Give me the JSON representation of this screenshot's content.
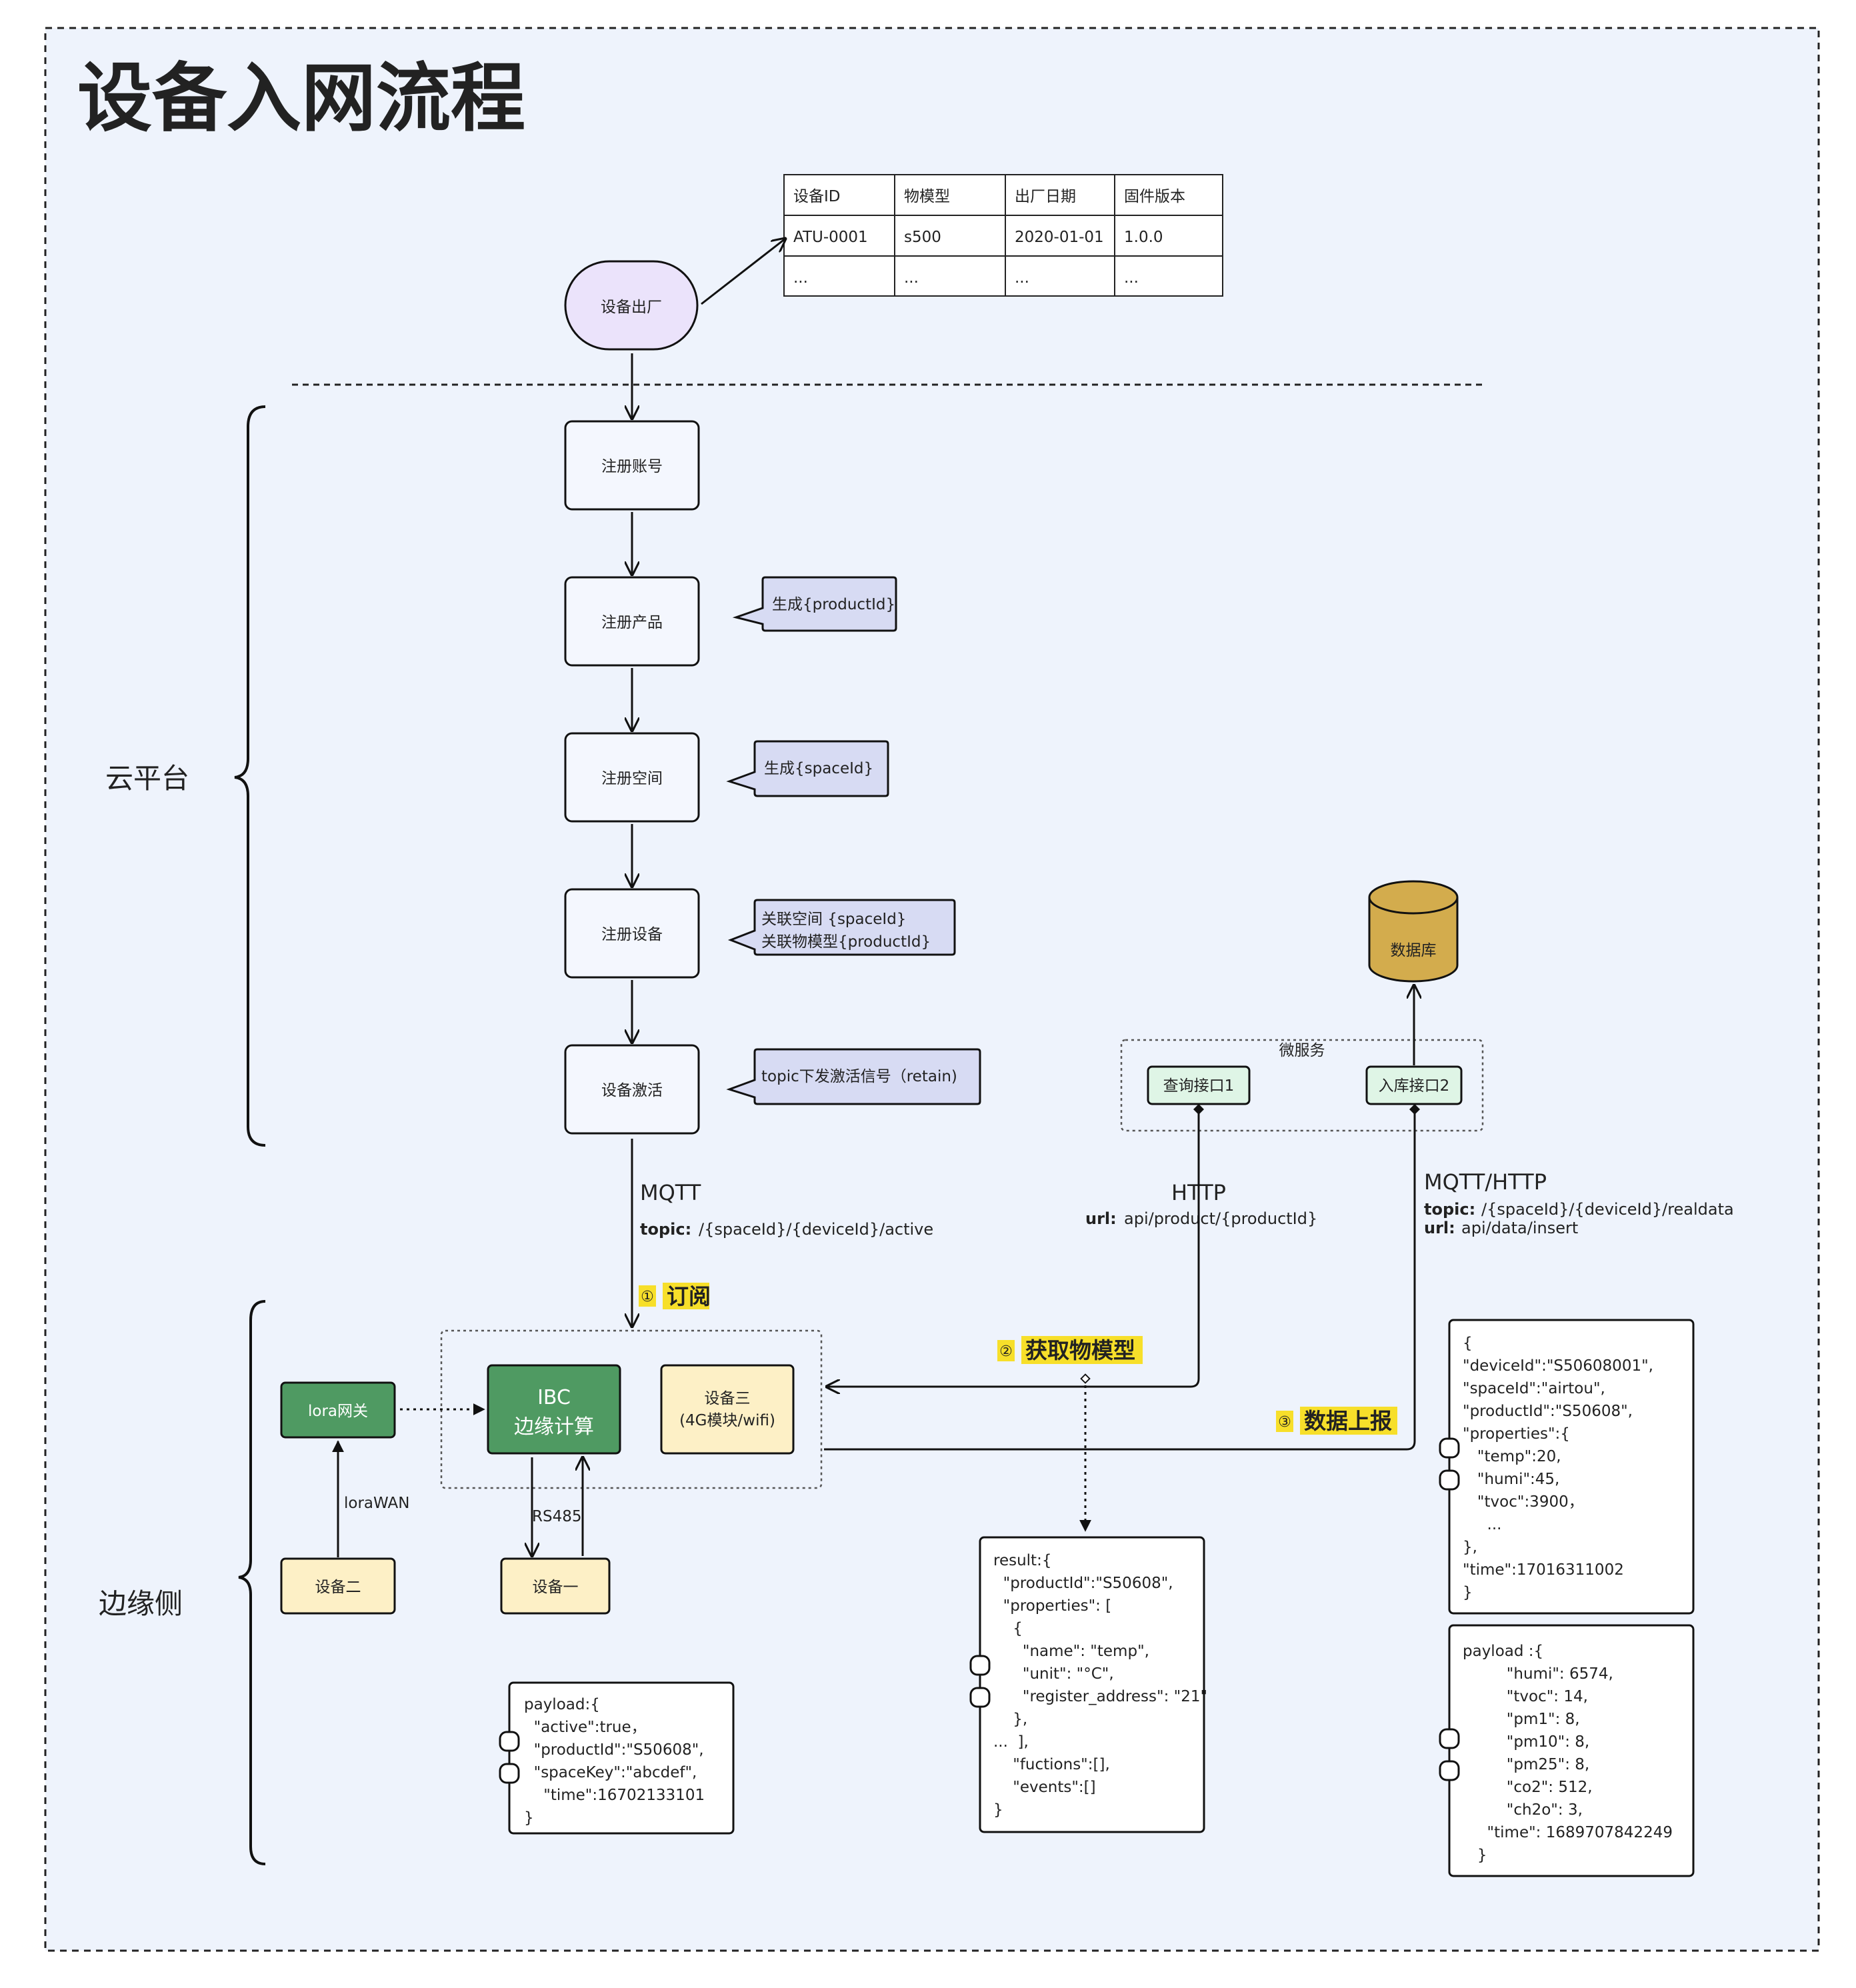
{
  "title": "设备入网流程",
  "factory": {
    "node": "设备出厂",
    "table": {
      "headers": [
        "设备ID",
        "物模型",
        "出厂日期",
        "固件版本"
      ],
      "rows": [
        [
          "ATU-0001",
          "s500",
          "2020-01-01",
          "1.0.0"
        ],
        [
          "...",
          "...",
          "...",
          "..."
        ]
      ]
    }
  },
  "cloud": {
    "label": "云平台",
    "steps": [
      "注册账号",
      "注册产品",
      "注册空间",
      "注册设备",
      "设备激活"
    ],
    "notes": {
      "product": "生成{productId}",
      "space": "生成{spaceId}",
      "device_line1": "关联空间 {spaceId}",
      "device_line2": "关联物模型{productId}",
      "activate": "topic下发激活信号（retain)"
    }
  },
  "microservice": {
    "label": "微服务",
    "query": "查询接口1",
    "insert": "入库接口2",
    "database": "数据库"
  },
  "connections": {
    "mqtt": {
      "title": "MQTT",
      "topic_key": "topic:",
      "topic_val": "/{spaceId}/{deviceId}/active"
    },
    "http": {
      "title": "HTTP",
      "url_key": "url:",
      "url_val": "api/product/{productId}"
    },
    "mqtt_http": {
      "title": "MQTT/HTTP",
      "topic_key": "topic:",
      "topic_val": "/{spaceId}/{deviceId}/realdata",
      "url_key": "url:",
      "url_val": "api/data/insert"
    }
  },
  "steps_badges": [
    {
      "num": "①",
      "text": "订阅"
    },
    {
      "num": "②",
      "text": "获取物模型"
    },
    {
      "num": "③",
      "text": "数据上报"
    }
  ],
  "edge": {
    "label": "边缘侧",
    "gateway": "lora网关",
    "ibc_line1": "IBC",
    "ibc_line2": "边缘计算",
    "device3_line1": "设备三",
    "device3_line2": "(4G模块/wifi)",
    "device2": "设备二",
    "device1": "设备一",
    "lorawan": "loraWAN",
    "rs485": "RS485"
  },
  "payloads": {
    "activate": [
      "payload:{",
      "  \"active\":true，",
      "  \"productId\":\"S50608\",",
      "  \"spaceKey\":\"abcdef\",",
      "    \"time\":16702133101",
      "}"
    ],
    "model": [
      "result:{",
      "  \"productId\":\"S50608\",",
      "  \"properties\": [",
      "    {",
      "      \"name\": \"temp\",",
      "      \"unit\": \"°C\",",
      "      \"register_address\": \"21\"",
      "    },",
      "...  ],",
      "    \"fuctions\":[],",
      "    \"events\":[]",
      "}"
    ],
    "report": [
      "{",
      "\"deviceId\":\"S50608001\",",
      "\"spaceId\":\"airtou\",",
      "\"productId\":\"S50608\",",
      "\"properties\":{",
      "   \"temp\":20,",
      "   \"humi\":45,",
      "   \"tvoc\":3900，",
      "     ...",
      "},",
      "\"time\":17016311002",
      "}"
    ],
    "raw": [
      "payload :{",
      "         \"humi\": 6574,",
      "         \"tvoc\": 14,",
      "         \"pm1\": 8,",
      "         \"pm10\": 8,",
      "         \"pm25\": 8,",
      "         \"co2\": 512,",
      "         \"ch2o\": 3,",
      "     \"time\": 1689707842249",
      "   }"
    ]
  },
  "colors": {
    "background": "#eef3fc",
    "factory_fill": "#ebe3fb",
    "note_fill": "#d7dbf3",
    "ibc_fill": "#4f9a62",
    "device_fill": "#fdf0c6",
    "service_fill": "#dff5e6",
    "db_fill": "#d3ac4d",
    "badge_fill": "#f7df2a"
  }
}
